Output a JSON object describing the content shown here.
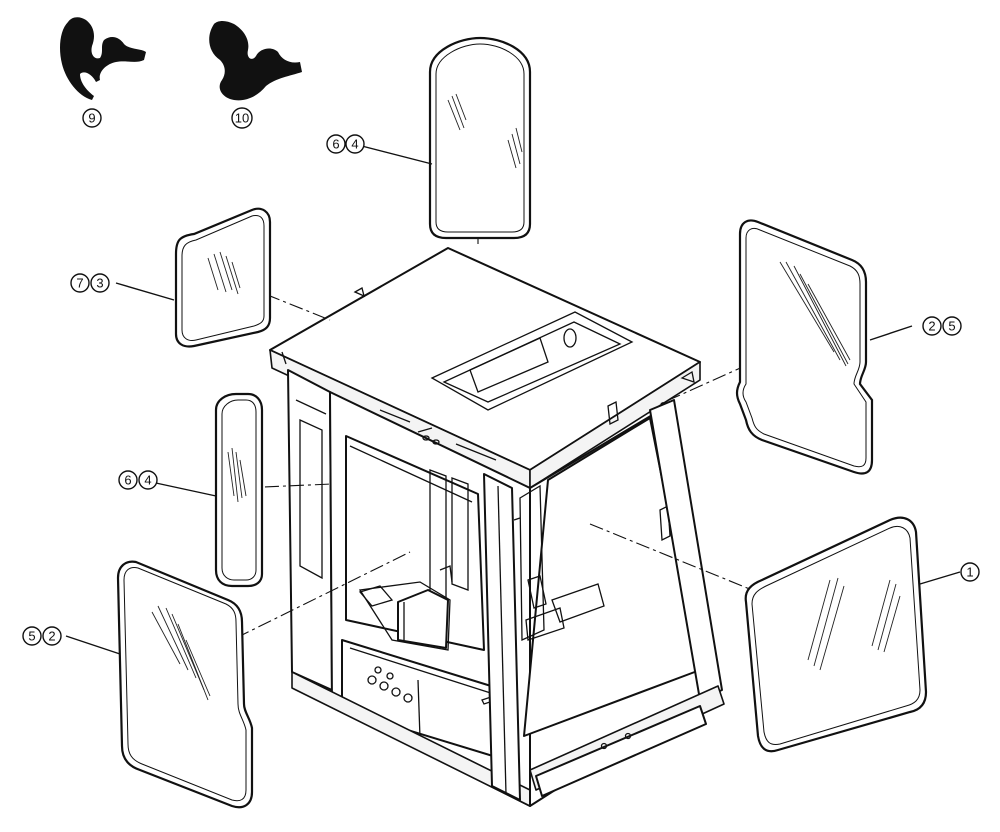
{
  "callouts": {
    "seal_left": "9",
    "seal_right": "10",
    "roof_a": "6",
    "roof_b": "4",
    "upper_left_a": "7",
    "upper_left_b": "3",
    "right_side_a": "2",
    "right_side_b": "5",
    "left_door_a": "6",
    "left_door_b": "4",
    "front_a": "1",
    "lower_left_a": "5",
    "lower_left_b": "2"
  }
}
